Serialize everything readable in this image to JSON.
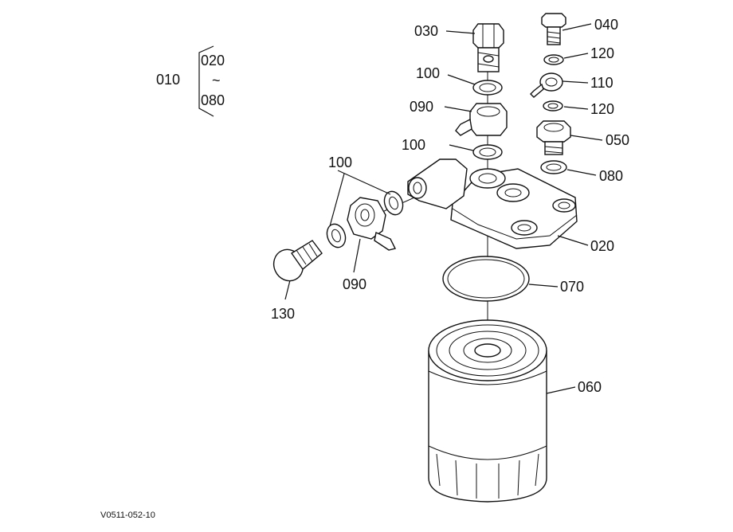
{
  "drawing_code": "V0511-052-10",
  "assembly": {
    "number": "010",
    "range_start": "020",
    "range_sep": "~",
    "range_end": "080"
  },
  "callouts": {
    "p030": "030",
    "p040": "040",
    "p120a": "120",
    "p100a": "100",
    "p110": "110",
    "p090a": "090",
    "p120b": "120",
    "p050": "050",
    "p100b": "100",
    "p080": "080",
    "p100c": "100",
    "p020": "020",
    "p090b": "090",
    "p070": "070",
    "p130": "130",
    "p060": "060"
  }
}
